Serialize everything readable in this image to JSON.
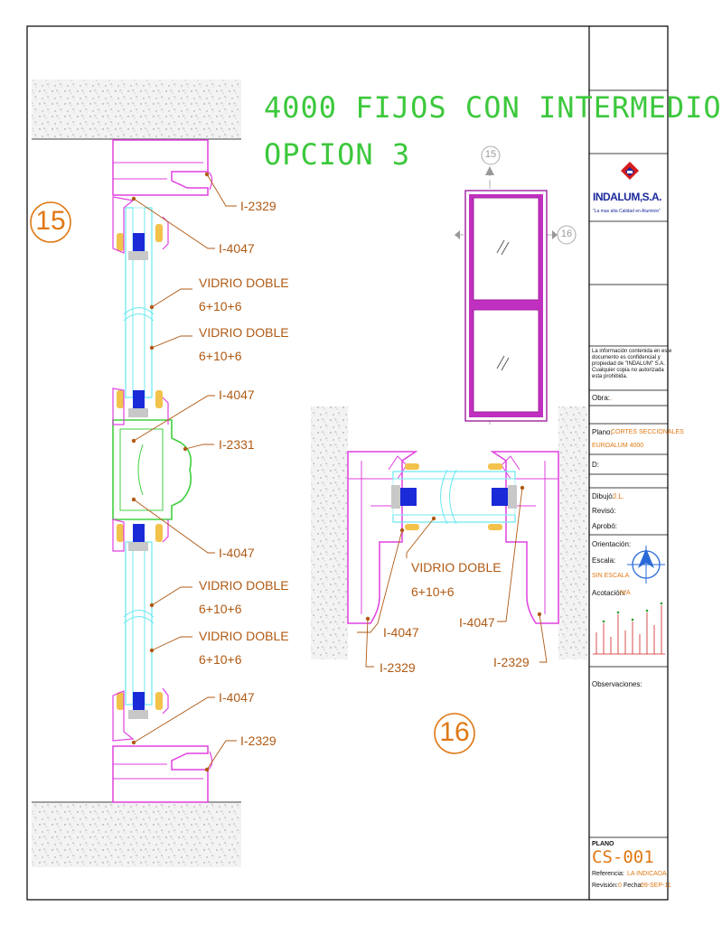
{
  "drawing": {
    "title_line1": "4000 FIJOS CON INTERMEDIO",
    "title_line2": "OPCION 3",
    "section_a": "15",
    "section_b": "16",
    "marker_a": "15",
    "marker_b": "16"
  },
  "labels_left": {
    "l1": "I-2329",
    "l2": "I-4047",
    "l3a": "VIDRIO DOBLE",
    "l3b": "6+10+6",
    "l4a": "VIDRIO DOBLE",
    "l4b": "6+10+6",
    "l5": "I-4047",
    "l6": "I-2331",
    "l7": "I-4047",
    "l8a": "VIDRIO DOBLE",
    "l8b": "6+10+6",
    "l9a": "VIDRIO DOBLE",
    "l9b": "6+10+6",
    "l10": "I-4047",
    "l11": "I-2329"
  },
  "labels_right": {
    "glass_a": "VIDRIO DOBLE",
    "glass_b": "6+10+6",
    "p1": "I-4047",
    "p2": "I-4047",
    "p3": "I-2329",
    "p4": "I-2329"
  },
  "title_block": {
    "company": "INDALUM,S.A.",
    "slogan": "\"La mas alta Calidad en Aluminio\"",
    "notice": [
      "La información contenida en este",
      "documento es confidencial y",
      "propiedad de \"INDALUM\" S.A.",
      "Cualquier copia no autorizada",
      "esta prohibida."
    ],
    "obra_label": "Obra:",
    "obra_value": ".",
    "plano_label": "Plano:",
    "plano_value": "CORTES SECCIONALES",
    "plano_value2": "EUROALUM 4000",
    "d_label": "D:",
    "dibujo_label": "Dibujó:",
    "dibujo_value": "J.L.",
    "reviso_label": "Revisó:",
    "aprobo_label": "Aprobó:",
    "orientacion_label": "Orientación:",
    "escala_label": "Escala:",
    "escala_value": "SIN ESCALA",
    "acotacion_label": "Acotación:",
    "acotacion_value": "N/A",
    "observaciones_label": "Observaciones:",
    "plano_no_label": "PLANO",
    "plano_no": "CS-001",
    "referencia_label": "Referencia:",
    "referencia_value": "LA INDICADA",
    "revision_label": "Revisión:",
    "revision_value": "0",
    "fecha_label": "Fecha:",
    "fecha_value": "09-SEP-11"
  },
  "colors": {
    "profile": "#e040e0",
    "glass": "#66e8f0",
    "mullion": "#40d040",
    "annotation": "#b05a14",
    "accent": "#e07814",
    "title": "#3cc83c",
    "gasket": "#1a2ad8"
  }
}
